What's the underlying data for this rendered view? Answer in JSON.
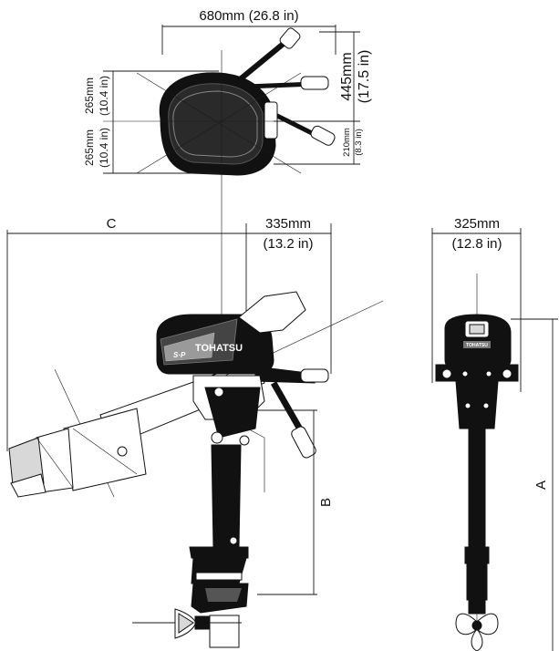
{
  "dimensions": {
    "overall_width": "680mm (26.8 in)",
    "handle_length_mm": "445mm",
    "handle_length_in": "(17.5 in)",
    "front_mm": "265mm",
    "front_in": "(10.4 in)",
    "rear_mm": "265mm",
    "rear_in": "(10.4 in)",
    "side_mm": "210mm",
    "side_in": "(8.3 in)",
    "c_label": "C",
    "depth_mm": "335mm",
    "depth_in": "(13.2 in)",
    "back_width_mm": "325mm",
    "back_width_in": "(12.8 in)",
    "a_label": "A",
    "b_label": "B"
  },
  "branding": {
    "name": "TOHATSU",
    "model": "S·P",
    "small_badge": "TOHATSU"
  },
  "colors": {
    "ink": "#111111",
    "paper": "#ffffff",
    "shade": "#d8d8d8"
  }
}
